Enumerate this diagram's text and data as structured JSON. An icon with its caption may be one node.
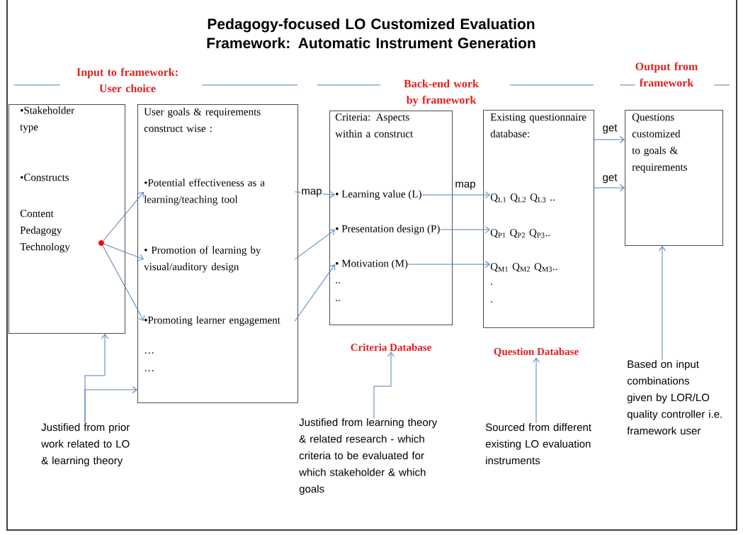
{
  "diagram": {
    "title": "Pedagogy-focused LO Customized Evaluation Framework: Automatic Instrument Generation",
    "nodes": [
      {
        "text": [
          "•Stakeholder type",
          "•Constructs",
          "Content Pedagogy Technology"
        ]
      },
      {
        "text": [],
        "shape": "circle",
        "in": 0
      },
      {
        "text": [
          "User goals & requirements construct wise :",
          "…",
          "…"
        ]
      },
      {
        "text": [
          "•Potential effectiveness as a learning/teaching tool"
        ],
        "in": 2
      },
      {
        "text": [
          "• Promotion of learning by visual/auditory design"
        ],
        "in": 2
      },
      {
        "text": [
          "•Promoting learner engagement"
        ],
        "in": 2
      },
      {
        "text": [
          "Criteria: Aspects within a construct",
          "..",
          ".."
        ]
      },
      {
        "text": [
          "• Learning value (L)"
        ],
        "in": 6
      },
      {
        "text": [
          "• Presentation design (P)"
        ],
        "in": 6
      },
      {
        "text": [
          "• Motivation (M)"
        ],
        "in": 6
      },
      {
        "text": [
          "Existing questionnaire database:",
          ".",
          "."
        ]
      },
      {
        "text": [
          "Q$_{L1}$ Q$_{L2}$ Q$_{L3}$ .."
        ],
        "in": 10
      },
      {
        "text": [
          "Q$_{P1}$ Q$_{P2}$ Q$_{P3}$.."
        ],
        "in": 10
      },
      {
        "text": [
          "Q$_{M1}$ Q$_{M2}$ Q$_{M3}$.."
        ],
        "in": 10
      },
      {
        "text": [
          "Questions customized to goals & requirements"
        ]
      },
      {
        "text": [
          "Criteria Database"
        ]
      },
      {
        "text": [
          "Question Database"
        ]
      },
      {
        "text": [
          "Justified from prior work related to LO & learning theory"
        ]
      },
      {
        "text": [
          "Justified from learning theory & related research - which criteria to be evaluated for which stakeholder & which goals"
        ]
      },
      {
        "text": [
          "Sourced from different existing LO evaluation instruments"
        ]
      },
      {
        "text": [
          "Based on input combinations given by LOR/LO quality controller i.e. framework user"
        ]
      }
    ],
    "edges": [
      {
        "from": 1,
        "to": 3,
        "arrow": "to"
      },
      {
        "from": 1,
        "to": 4,
        "arrow": "to"
      },
      {
        "from": 1,
        "to": 5,
        "arrow": "to"
      },
      {
        "from": 3,
        "to": 7,
        "arrow": "to",
        "label": "map"
      },
      {
        "from": 4,
        "to": 8,
        "arrow": "to"
      },
      {
        "from": 5,
        "to": 9,
        "arrow": "to"
      },
      {
        "from": 7,
        "to": 11,
        "arrow": "to",
        "label": "map"
      },
      {
        "from": 8,
        "to": 12,
        "arrow": "to"
      },
      {
        "from": 9,
        "to": 13,
        "arrow": "to"
      },
      {
        "from": 10,
        "to": 14,
        "arrow": "to",
        "label": "get"
      },
      {
        "from": 10,
        "to": 14,
        "arrow": "to",
        "label": "get"
      },
      {
        "from": 17,
        "to": 0,
        "arrow": "to"
      },
      {
        "from": 17,
        "to": 2,
        "arrow": "to"
      },
      {
        "from": 18,
        "to": 15,
        "arrow": "to"
      },
      {
        "from": 19,
        "to": 16,
        "arrow": "to"
      },
      {
        "from": 20,
        "to": 14,
        "arrow": "to"
      }
    ],
    "labels": [
      "Input to framework: User choice",
      "Back-end work by framework",
      "Output from framework"
    ]
  }
}
